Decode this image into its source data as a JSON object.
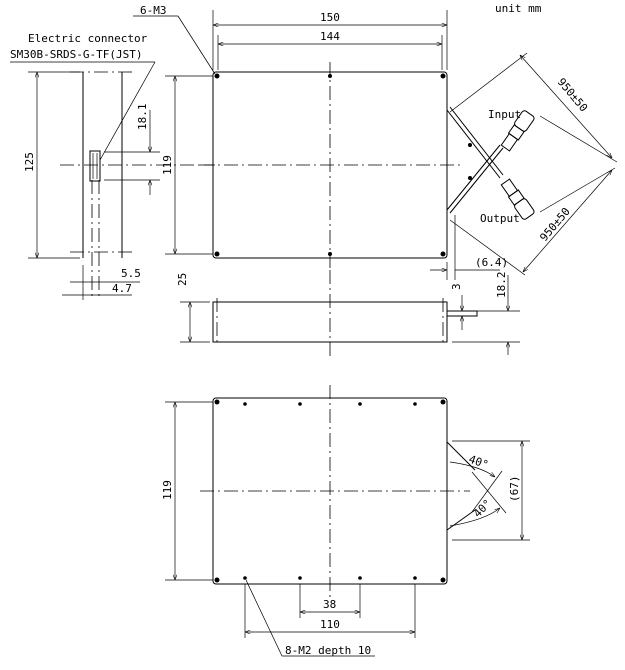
{
  "unit_note": "unit mm",
  "top_view": {
    "mount_holes": "6-M3",
    "width_outer": "150",
    "width_holes": "144",
    "height_holes": "119",
    "fiber_input_label": "Input",
    "fiber_output_label": "Output",
    "fiber_length_input": "950±50",
    "fiber_length_output": "950±50",
    "fiber_offset": "(6.4)"
  },
  "side_view": {
    "connector_title": "Electric connector",
    "connector_part": "SM30B-SRDS-G-TF(JST)",
    "height_outer": "125",
    "connector_offset": "18.1",
    "dim_a": "5.5",
    "dim_b": "4.7"
  },
  "front_view": {
    "thickness": "25",
    "fiber_height_small": "3",
    "fiber_height": "18.2"
  },
  "bottom_view": {
    "height_holes": "119",
    "angle_top": "40°",
    "angle_bottom": "40°",
    "fiber_span": "(67)",
    "hole_spacing_inner": "38",
    "hole_spacing_outer": "110",
    "mount_holes": "8-M2 depth 10"
  }
}
